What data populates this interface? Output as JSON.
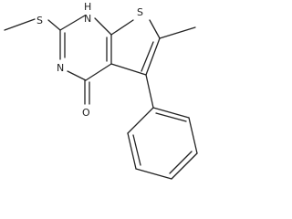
{
  "diagram": {
    "type": "skeletal-structure",
    "atoms": {
      "thioether_s": "S",
      "ring_nh": "H",
      "ring_n": "N",
      "thiophene_s": "S",
      "carbonyl_o": "O",
      "ring_nh_n": "N"
    }
  }
}
